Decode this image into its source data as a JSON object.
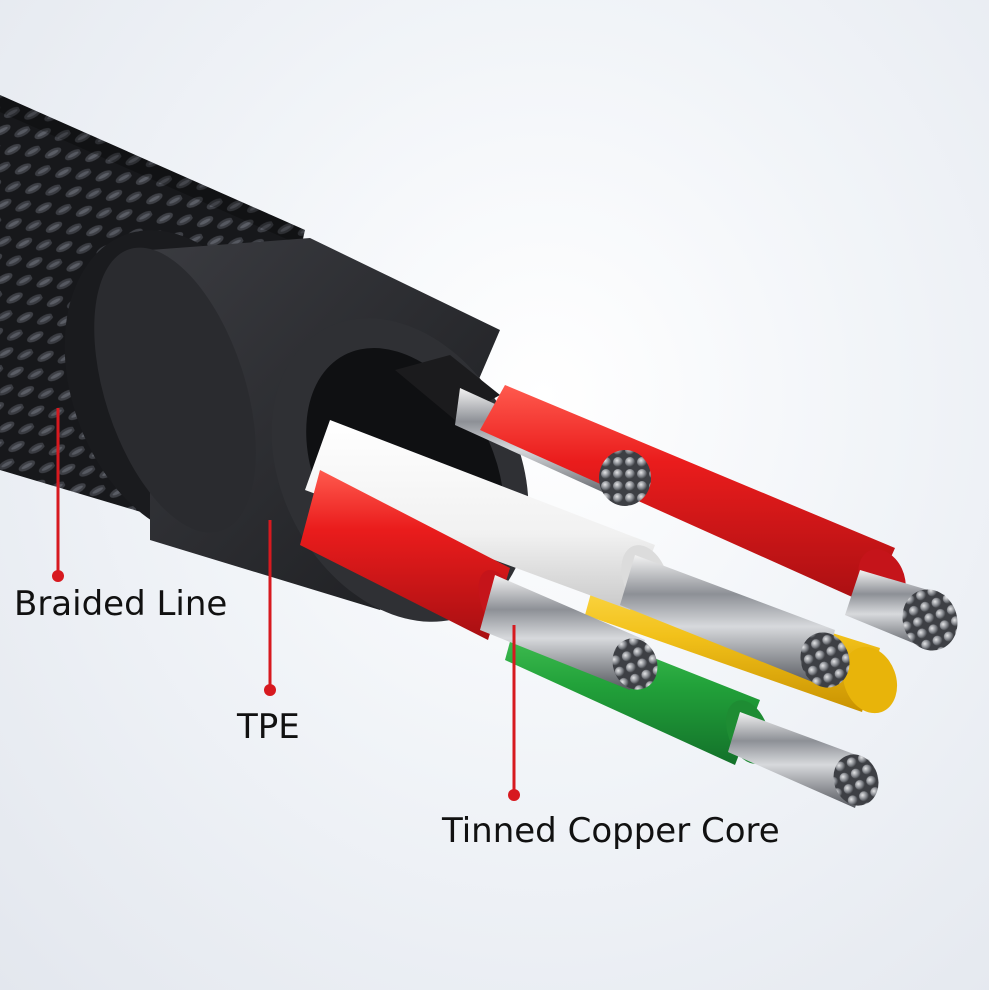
{
  "labels": {
    "braided": "Braided Line",
    "tpe": "TPE",
    "copper": "Tinned Copper Core"
  },
  "colors": {
    "leader_line": "#d7191f",
    "wire_red": "#e81b1b",
    "wire_white": "#f6f6f6",
    "wire_yellow": "#f1c21b",
    "wire_green": "#22a23a",
    "wire_black": "#1a1a1a",
    "tpe_jacket": "#2e2f33",
    "braid": "#1d1e21"
  }
}
